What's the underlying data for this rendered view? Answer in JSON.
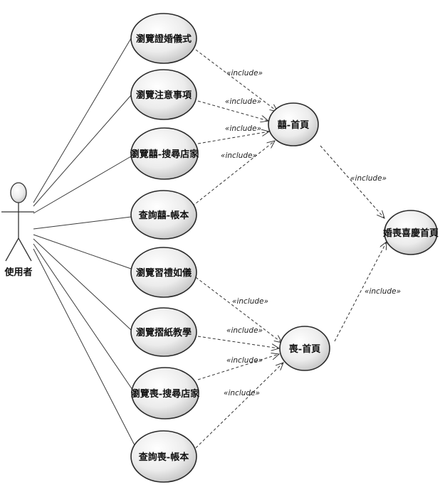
{
  "actor": {
    "label": "使用者"
  },
  "use_cases": {
    "browse_wedding_ceremony": "瀏覽證婚儀式",
    "browse_notes": "瀏覽注意事項",
    "browse_wedding_search_shops": "瀏覽囍-搜尋店家",
    "query_wedding_account": "查詢囍-帳本",
    "browse_funeral_etiquette": "瀏覽習禮如儀",
    "browse_paper_folding": "瀏覽摺紙教學",
    "browse_funeral_search_shops": "瀏覽喪-搜尋店家",
    "query_funeral_account": "查詢喪-帳本",
    "wedding_home": "囍-首頁",
    "funeral_home": "喪-首頁",
    "main_home": "婚喪喜慶首頁"
  },
  "include_label": "«include»",
  "colors": {
    "ellipse_fill_light": "#ffffff",
    "ellipse_fill_dark": "#c9c9c9",
    "stroke": "#2a2a2a"
  }
}
